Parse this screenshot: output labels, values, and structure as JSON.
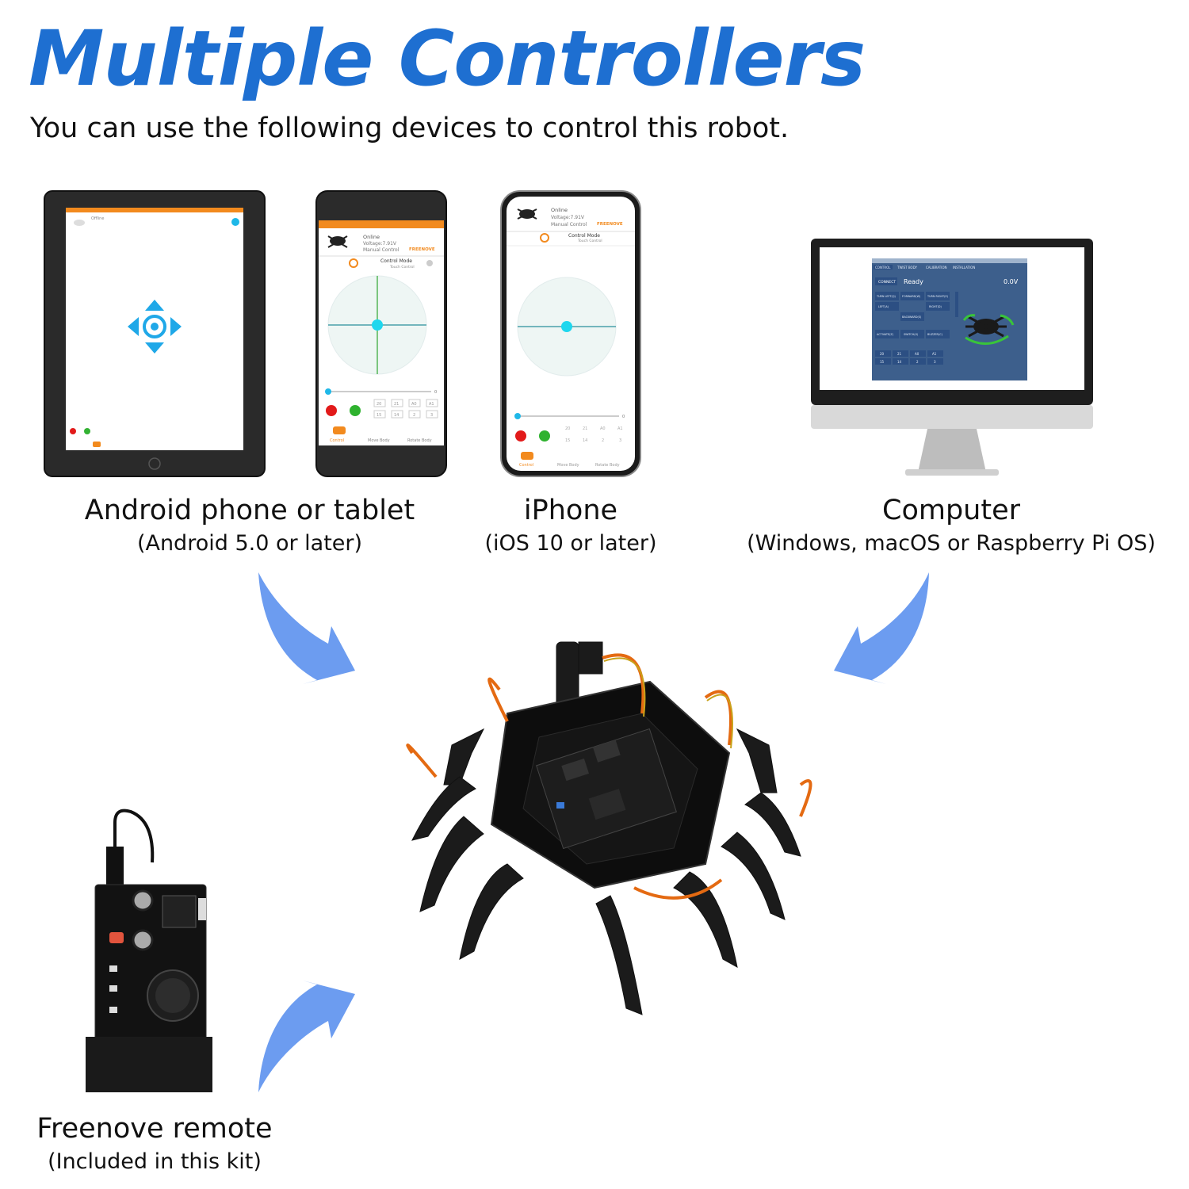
{
  "header": {
    "title": "Multiple Controllers",
    "subtitle": "You can use the following devices to control this robot."
  },
  "devices": {
    "android": {
      "label": "Android phone or tablet",
      "sublabel": "(Android 5.0 or later)"
    },
    "iphone": {
      "label": "iPhone",
      "sublabel": "(iOS 10 or later)"
    },
    "computer": {
      "label": "Computer",
      "sublabel": "(Windows, macOS or Raspberry Pi OS)"
    },
    "remote": {
      "label": "Freenove remote",
      "sublabel": "(Included in this kit)"
    }
  },
  "app_screen": {
    "status": "Online",
    "voltage": "Voltage:7.91V",
    "mode": "Manual Control",
    "control_mode": "Control Mode",
    "touch": "Touch Control",
    "brand": "FREENOVE",
    "tabs": [
      "Control",
      "Move Body",
      "Rotate Body"
    ],
    "keys": [
      "20",
      "21",
      "A0",
      "A1",
      "15",
      "14",
      "2",
      "3"
    ],
    "slider_value": "0"
  },
  "tablet_screen": {
    "status": "Offline"
  },
  "pc_app": {
    "tabs": [
      "CONTROL",
      "TWIST BODY",
      "CALIBRATION",
      "INSTALLATION"
    ],
    "connect": "CONNECT",
    "ready": "Ready",
    "voltage": "0.0V",
    "buttons": [
      "TURN LEFT(Q)",
      "FORWARD(W)",
      "TURN RIGHT(E)",
      "LEFT(A)",
      "RIGHT(D)",
      "BACKWARD(S)",
      "ACTIVATE(Z)",
      "SWITCH(X)",
      "BUZZER(C)"
    ],
    "keys": [
      "20",
      "21",
      "A0",
      "A1",
      "15",
      "14",
      "2",
      "3"
    ]
  },
  "colors": {
    "title_blue": "#1e6fd1",
    "arrow_blue": "#6c9cf0",
    "app_orange": "#f28a1e",
    "cyan": "#1fd7ee",
    "pc_panel": "#3d5f8c",
    "pc_button": "#2c4f83"
  }
}
